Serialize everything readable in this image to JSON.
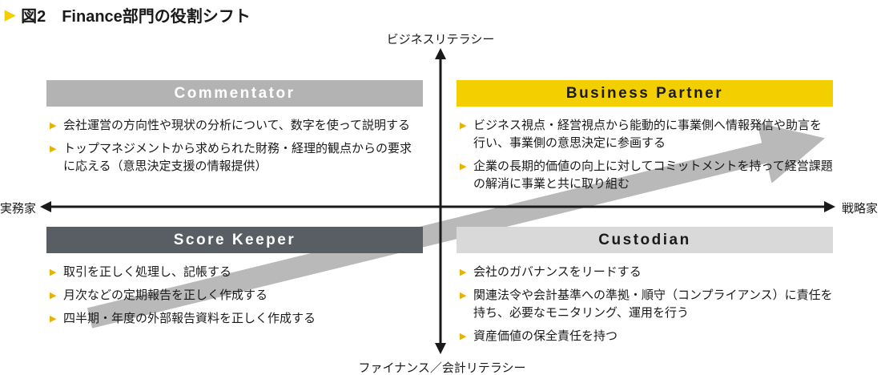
{
  "figure": {
    "title": "図2　Finance部門の役割シフト"
  },
  "ui": {
    "title_marker": "▶",
    "bullet_marker": "▶"
  },
  "axes": {
    "top": "ビジネスリテラシー",
    "bottom": "ファイナンス／会計リテラシー",
    "left": "実務家",
    "right": "戦略家"
  },
  "quadrants": {
    "commentator": {
      "title": "Commentator",
      "items": [
        "会社運営の方向性や現状の分析について、数字を使って説明する",
        "トップマネジメントから求められた財務・経理的観点からの要求に応える（意思決定支援の情報提供）"
      ]
    },
    "business_partner": {
      "title": "Business Partner",
      "items": [
        "ビジネス視点・経営視点から能動的に事業側へ情報発信や助言を行い、事業側の意思決定に参画する",
        "企業の長期的価値の向上に対してコミットメントを持って経営課題の解消に事業と共に取り組む"
      ]
    },
    "score_keeper": {
      "title": "Score Keeper",
      "items": [
        "取引を正しく処理し、記帳する",
        "月次などの定期報告を正しく作成する",
        "四半期・年度の外部報告資料を正しく作成する"
      ]
    },
    "custodian": {
      "title": "Custodian",
      "items": [
        "会社のガバナンスをリードする",
        "関連法令や会計基準への準拠・順守（コンプライアンス）に責任を持ち、必要なモニタリング、運用を行う",
        "資産価値の保全責任を持つ"
      ]
    }
  },
  "colors": {
    "accent_yellow": "#f3cf00",
    "bullet_yellow": "#e7b300",
    "commentator_bar": "#b3b3b3",
    "score_keeper_bar": "#585e64",
    "custodian_bar": "#d9d9d9",
    "shift_arrow": "#b9b9b9",
    "axis_black": "#1a1a1a"
  }
}
